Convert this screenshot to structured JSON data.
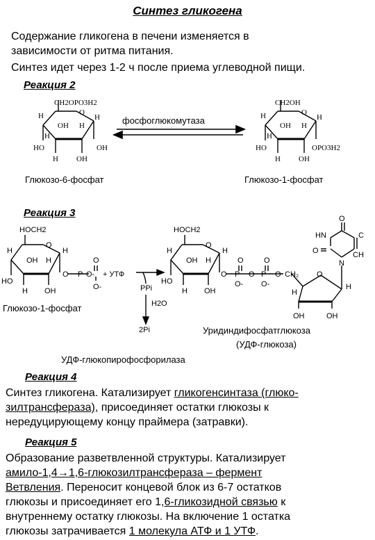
{
  "title": "Синтез гликогена",
  "intro": {
    "line1": "Содержание гликогена в печени изменяется в",
    "line2": "зависимости от ритма питания.",
    "line3": "Синтез идет через 1-2 ч после приема углеводной пищи."
  },
  "reaction2": {
    "heading": "Реакция 2",
    "enzyme": "фосфоглюкомутаза",
    "left_label": "Глюкозо-6-фосфат",
    "right_label": "Глюкозо-1-фосфат",
    "left_mol": {
      "top": "CH2OPO3H2",
      "H": "H",
      "O": "O",
      "OH": "OH",
      "HO": "HO"
    },
    "right_mol": {
      "top": "CH2OH",
      "sub": "OPO3H2"
    }
  },
  "reaction3": {
    "heading": "Реакция 3",
    "utp": "+ УТФ",
    "ppi": "PPi",
    "h2o": "H2O",
    "pi2": "2Pi",
    "hoch2": "HOCH2",
    "left_label": "Глюкозо-1-фосфат",
    "product_label_1": "Уридиндифосфатглюкоза",
    "product_label_2": "(УДФ-глюкоза)",
    "enzyme": "УДФ-глюкопирофосфорилаза",
    "uracil": {
      "o": "O",
      "hn": "HN",
      "ch": "CH",
      "c": "C",
      "n": "N",
      "h": "H"
    },
    "phosphate": {
      "p": "P",
      "o": "O",
      "ominus": "O-"
    }
  },
  "reaction4": {
    "heading": "Реакция 4",
    "l1a": "Синтез гликогена. Катализирует ",
    "l1b": "гликогенсинтаза (глюко-",
    "l2a": "зилтрансфераза),",
    "l2b": " присоединяет остатки глюкозы к",
    "l3": "нередуцирующему концу праймера (затравки)."
  },
  "reaction5": {
    "heading": "Реакция 5",
    "l1": "Образование разветвленной структуры. Катализирует",
    "l2": "амило-1,4→1,6-глюкозилтрансфераза – фермент",
    "l3a": "Ветвления",
    "l3b": ". Переносит концевой блок из 6-7 остатков",
    "l4a": "глюкозы и присоединяет его 1",
    "l4b": ",6-гликозидной связью",
    "l4c": " к",
    "l5": "внутреннему остатку глюкозы. На включение  1 остатка",
    "l6a": "глюкозы  затрачивается ",
    "l6b": "1 молекула АТФ и 1 УТФ",
    "l6c": "."
  }
}
